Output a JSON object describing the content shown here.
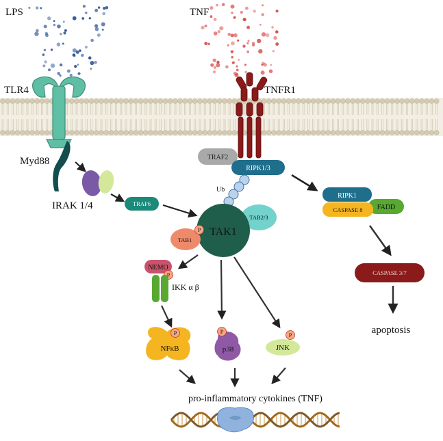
{
  "labels": {
    "lps": "LPS",
    "tnf": "TNF",
    "tlr4": "TLR4",
    "tnfr1": "TNFR1",
    "myd88": "Myd88",
    "irak": "IRAK 1/4",
    "traf6": "TRAF6",
    "traf2": "TRAF2",
    "ripk13": "RIPK1/3",
    "ub": "Ub",
    "tak1": "TAK1",
    "tab1": "TAB1",
    "tab23": "TAB2/3",
    "nemo": "NEMO",
    "ikk": "IKK α β",
    "nfkb": "NFκB",
    "p38": "p38",
    "jnk": "JNK",
    "ripk1": "RIPK1",
    "caspase8": "CASPASE 8",
    "fadd": "FADD",
    "caspase37": "CASPASE 3/7",
    "apoptosis": "apoptosis",
    "cytokines": "pro-inflammatory cytokines (TNF)",
    "phospho": "P"
  },
  "colors": {
    "lps_dots": "#2f5597",
    "tnf_dots": "#d9534f",
    "tlr4": "#5fbfa5",
    "tnfr1": "#8b1a1a",
    "myd88": "#124e4e",
    "irak_purple": "#7a59a6",
    "irak_green": "#d4e89a",
    "traf6": "#1a8a7a",
    "traf2": "#a9a9a9",
    "ripk13": "#1f6e8c",
    "ub": "#b8d3ee",
    "tak1": "#1f5e4a",
    "tab1": "#ee8a6a",
    "tab23": "#74d2cc",
    "nemo": "#c9536b",
    "ikk": "#58a832",
    "nfkb": "#f5b520",
    "p38": "#8f59a6",
    "jnk": "#d4e89a",
    "ripk1": "#1f6e8c",
    "caspase8": "#f5b520",
    "fadd": "#58a832",
    "caspase37": "#8b1a1a",
    "phospho": "#f4a582",
    "membrane": "#d4cbb5",
    "dna_strand": "#a36a1c",
    "polymerase": "#8fb3dd"
  }
}
